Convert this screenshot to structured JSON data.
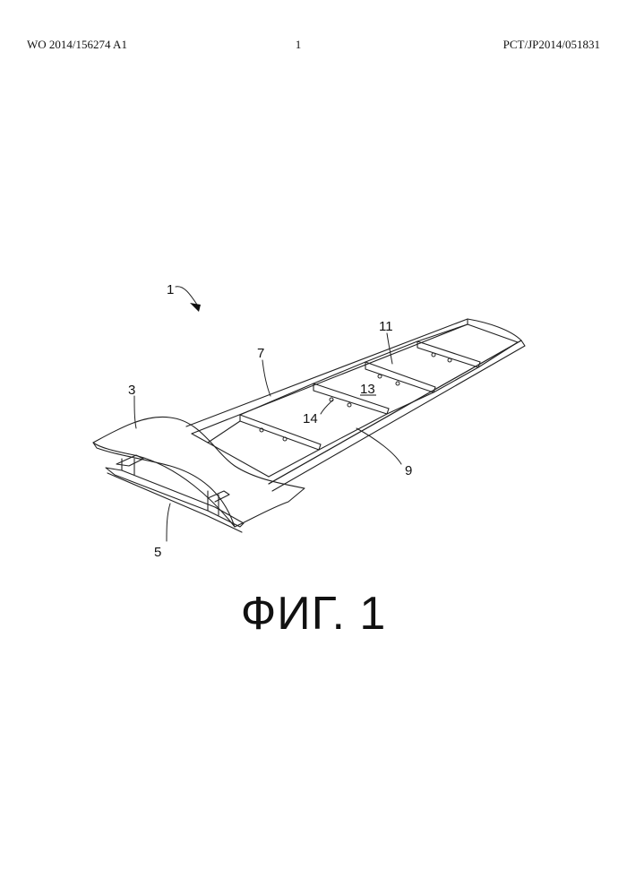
{
  "header": {
    "publication_number": "WO 2014/156274 A1",
    "page_number": "1",
    "application_number": "PCT/JP2014/051831"
  },
  "figure": {
    "caption": "ФИГ. 1",
    "reference_numerals": {
      "wing": "1",
      "skin": "3",
      "lower_panel": "5",
      "front_spar": "7",
      "rear_spar": "9",
      "rib": "11",
      "cell": "13",
      "hole": "14"
    }
  }
}
